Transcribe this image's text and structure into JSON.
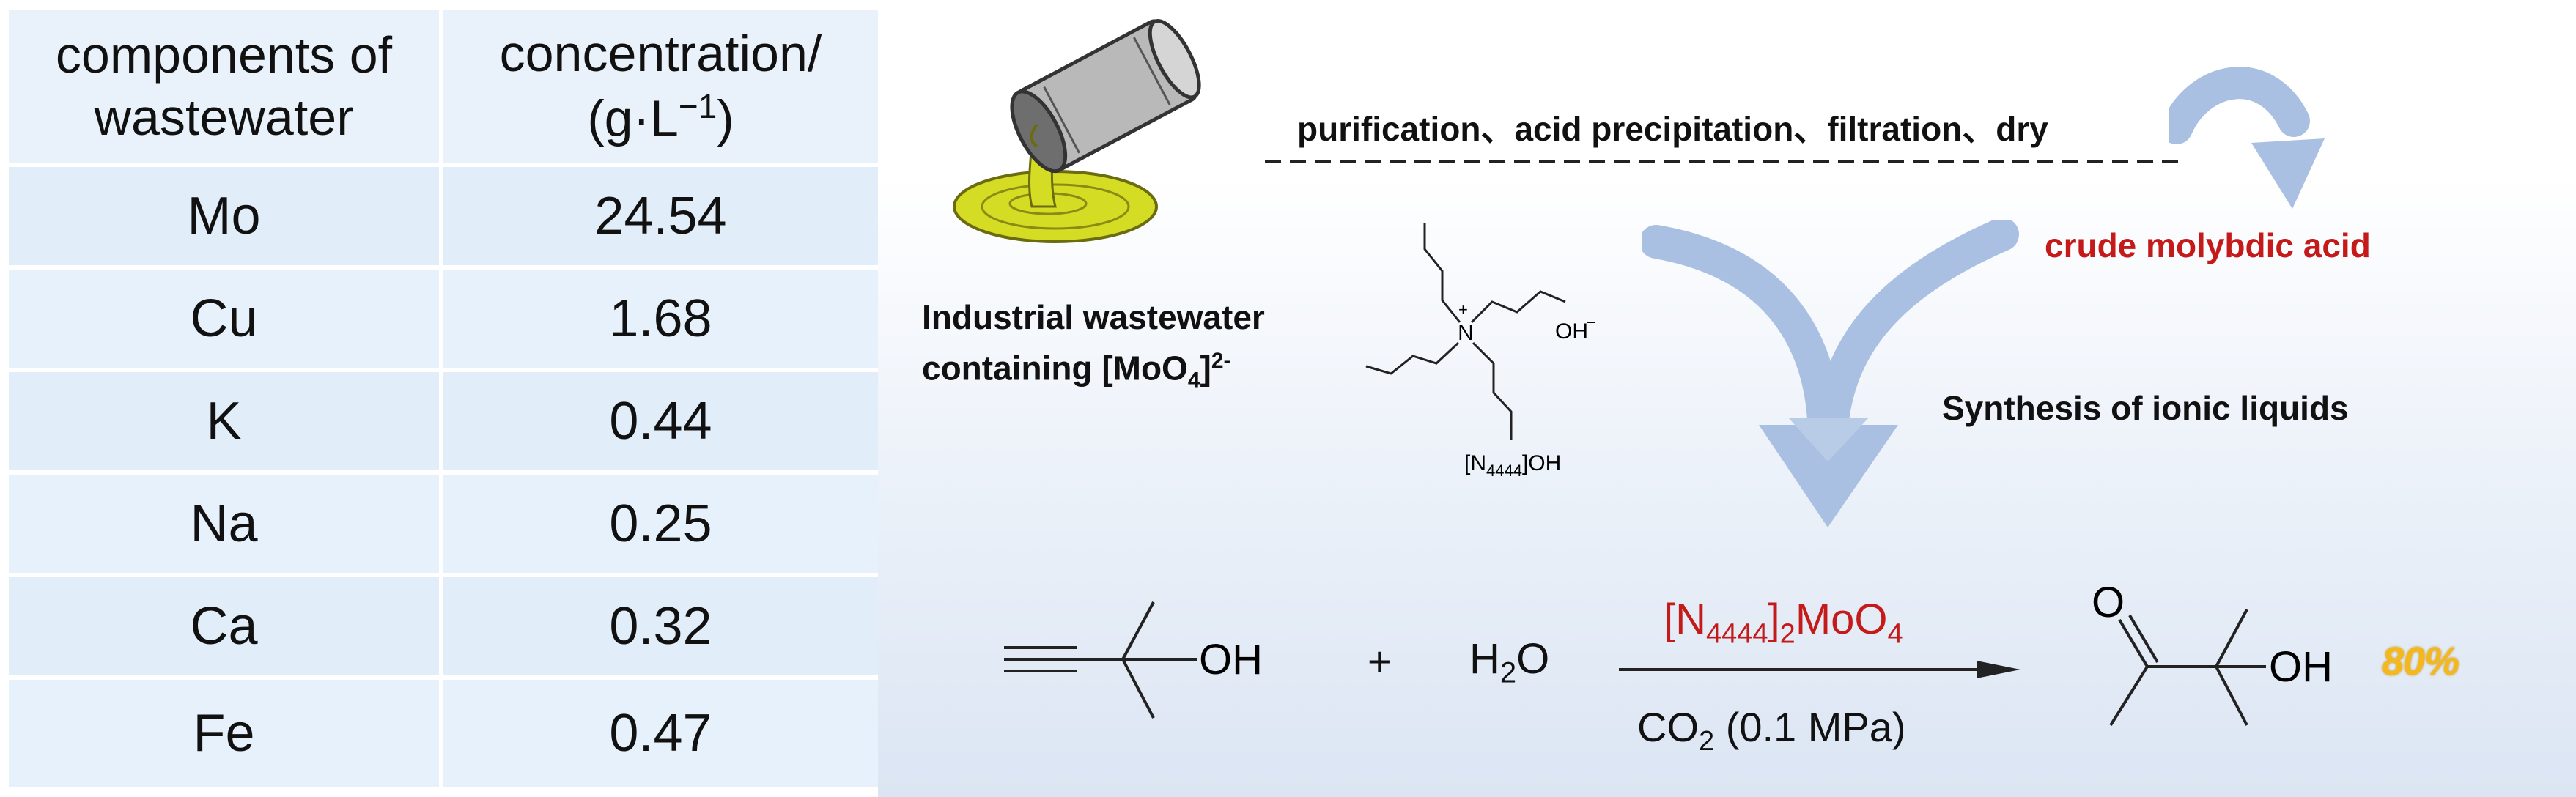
{
  "table": {
    "headers": [
      "components of wastewater",
      "concentration/ (g·L⁻¹)"
    ],
    "header_lines": {
      "col1_line1": "components of",
      "col1_line2": "wastewater",
      "col2_line1": "concentration/",
      "col2_line2_pre": "(g·L",
      "col2_line2_sup": "−1",
      "col2_line2_post": ")"
    },
    "rows": [
      {
        "component": "Mo",
        "concentration": "24.54"
      },
      {
        "component": "Cu",
        "concentration": "1.68"
      },
      {
        "component": "K",
        "concentration": "0.44"
      },
      {
        "component": "Na",
        "concentration": "0.25"
      },
      {
        "component": "Ca",
        "concentration": "0.32"
      },
      {
        "component": "Fe",
        "concentration": "0.47"
      }
    ]
  },
  "diagram": {
    "process_steps": "purification、acid precipitation、filtration、dry",
    "crude_product": "crude molybdic acid",
    "wastewater_label": {
      "line1": "Industrial wastewater",
      "line2_pre": "containing [MoO",
      "line2_sub": "4",
      "line2_mid": "]",
      "line2_sup": "2-"
    },
    "synthesis_label": "Synthesis of ionic liquids",
    "quat_ammonium": {
      "plus": "+",
      "n_atom": "N",
      "counter_ion": "OH",
      "counter_charge": "−",
      "name_pre": "[N",
      "name_sub": "4444",
      "name_post": "]OH"
    },
    "reaction": {
      "reactant_oh": "OH",
      "plus": "+",
      "water_pre": "H",
      "water_sub": "2",
      "water_post": "O",
      "catalyst_pre": "[N",
      "catalyst_sub1": "4444",
      "catalyst_mid": "]",
      "catalyst_sub2": "2",
      "catalyst_post": "MoO",
      "catalyst_sub3": "4",
      "condition_pre": "CO",
      "condition_sub": "2",
      "condition_post": " (0.1 MPa)",
      "product_o": "O",
      "product_oh": "OH",
      "yield": "80%"
    },
    "colors": {
      "catalyst": "#c41a1a",
      "crude_label": "#c41a1a",
      "arrows": "#a9c0e2",
      "yield": "#f4b81c",
      "table_bg": "#e1edf8"
    }
  }
}
